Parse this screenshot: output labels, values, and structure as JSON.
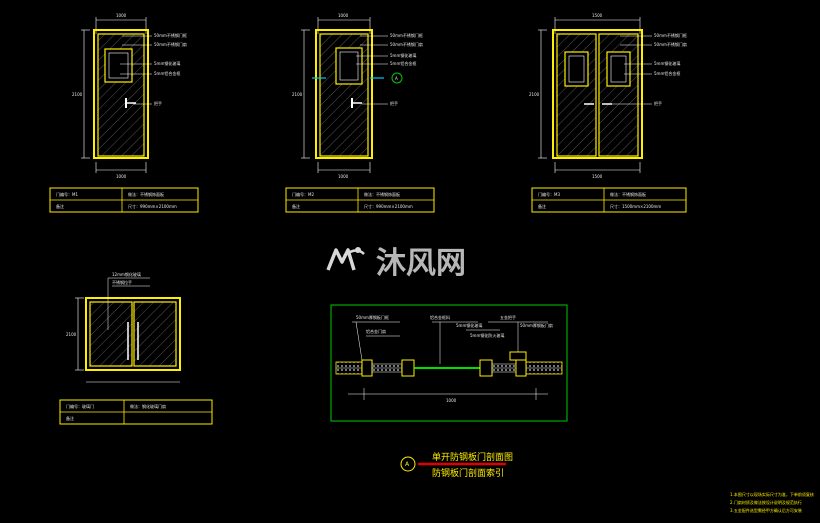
{
  "watermark": {
    "text": "沐风网",
    "icon": "mufeng-logo-icon"
  },
  "doors": [
    {
      "id": "door1",
      "table": {
        "r1c1": "门编号：M1",
        "r1c2": "做法：不锈钢饰面板",
        "r2c1": "备注",
        "r2c2": "尺寸：990mm×2100mm"
      },
      "dims": {
        "top": "1000",
        "bottom": "1000",
        "left": "2100"
      },
      "notes": [
        "50mm不锈钢门框",
        "50mm不锈钢门扇",
        "5mm钢化玻璃",
        "5mm铝合金框",
        "把手"
      ]
    },
    {
      "id": "door2",
      "table": {
        "r1c1": "门编号：M2",
        "r1c2": "做法：不锈钢饰面板",
        "r2c1": "备注",
        "r2c2": "尺寸：990mm×2100mm"
      },
      "dims": {
        "top": "1000",
        "bottom": "1000",
        "left": "2100"
      },
      "notes": [
        "50mm不锈钢门框",
        "50mm不锈钢门扇",
        "5mm钢化玻璃",
        "5mm铝合金框",
        "把手"
      ],
      "marker": "A"
    },
    {
      "id": "door3",
      "table": {
        "r1c1": "门编号：M3",
        "r1c2": "做法：不锈钢饰面板",
        "r2c1": "备注",
        "r2c2": "尺寸：1500mm×2100mm"
      },
      "dims": {
        "top": "1500",
        "bottom": "1500",
        "left": "2100"
      },
      "notes": [
        "50mm不锈钢门框",
        "50mm不锈钢门扇",
        "5mm钢化玻璃",
        "5mm铝合金框",
        "把手"
      ]
    },
    {
      "id": "door4",
      "table": {
        "r1c1": "门编号：玻璃门",
        "r1c2": "做法：钢化玻璃门扇",
        "r2c1": "备注",
        "r2c2": ""
      },
      "dims": {
        "left": "2100"
      },
      "notes": [
        "12mm钢化玻璃",
        "不锈钢拉手"
      ]
    }
  ],
  "section": {
    "labels_top": [
      "50mm厚钢板门框",
      "铝合金框料",
      "5mm钢化玻璃",
      "五金把手",
      "50mm厚钢板门扇"
    ],
    "labels_second": [
      "铝合金门扇",
      "5mm钢化防火玻璃"
    ],
    "dim": "1000"
  },
  "caption": {
    "marker": "A",
    "line1": "单开防钢板门剖面图",
    "line2": "防钢板门剖面索引"
  },
  "footnotes": [
    "1.本图尺寸以现场实际尺寸为准，下单前须复核",
    "2.门扇材质及做法按设计说明及规范执行",
    "3.五金配件选型需经甲方确认后方可安装"
  ],
  "colors": {
    "frame": "#ffee00",
    "panel": "#ffffff",
    "section_box": "#00c800",
    "caption_line": "#e00000",
    "hatch": "#888888"
  }
}
